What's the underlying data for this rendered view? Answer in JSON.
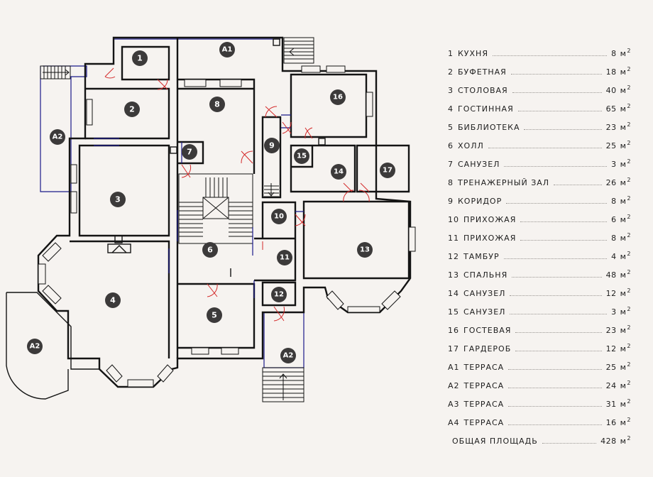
{
  "plan": {
    "badges": [
      {
        "label": "1"
      },
      {
        "label": "2"
      },
      {
        "label": "3"
      },
      {
        "label": "4"
      },
      {
        "label": "5"
      },
      {
        "label": "6"
      },
      {
        "label": "7"
      },
      {
        "label": "8"
      },
      {
        "label": "9"
      },
      {
        "label": "10"
      },
      {
        "label": "11"
      },
      {
        "label": "12"
      },
      {
        "label": "13"
      },
      {
        "label": "14"
      },
      {
        "label": "15"
      },
      {
        "label": "16"
      },
      {
        "label": "17"
      },
      {
        "label": "А1"
      },
      {
        "label": "А2"
      },
      {
        "label": "А2"
      },
      {
        "label": "А2"
      }
    ]
  },
  "legend": {
    "unit": "м",
    "unit_power": "2",
    "rows": [
      {
        "num": "1",
        "name": "КУХНЯ",
        "area": "8"
      },
      {
        "num": "2",
        "name": "БУФЕТНАЯ",
        "area": "18"
      },
      {
        "num": "3",
        "name": "СТОЛОВАЯ",
        "area": "40"
      },
      {
        "num": "4",
        "name": "ГОСТИННАЯ",
        "area": "65"
      },
      {
        "num": "5",
        "name": "БИБЛИОТЕКА",
        "area": "23"
      },
      {
        "num": "6",
        "name": "ХОЛЛ",
        "area": "25"
      },
      {
        "num": "7",
        "name": "САНУЗЕЛ",
        "area": "3"
      },
      {
        "num": "8",
        "name": "ТРЕНАЖЕРНЫЙ ЗАЛ",
        "area": "26"
      },
      {
        "num": "9",
        "name": "КОРИДОР",
        "area": "8"
      },
      {
        "num": "10",
        "name": "ПРИХОЖАЯ",
        "area": "6"
      },
      {
        "num": "11",
        "name": "ПРИХОЖАЯ",
        "area": "8"
      },
      {
        "num": "12",
        "name": "ТАМБУР",
        "area": "4"
      },
      {
        "num": "13",
        "name": "СПАЛЬНЯ",
        "area": "48"
      },
      {
        "num": "14",
        "name": "САНУЗЕЛ",
        "area": "12"
      },
      {
        "num": "15",
        "name": "САНУЗЕЛ",
        "area": "3"
      },
      {
        "num": "16",
        "name": "ГОСТЕВАЯ",
        "area": "23"
      },
      {
        "num": "17",
        "name": "ГАРДЕРОБ",
        "area": "12"
      },
      {
        "num": "А1",
        "name": "ТЕРРАСА",
        "area": "25"
      },
      {
        "num": "А2",
        "name": "ТЕРРАСА",
        "area": "24"
      },
      {
        "num": "А3",
        "name": "ТЕРРАСА",
        "area": "31"
      },
      {
        "num": "А4",
        "name": "ТЕРРАСА",
        "area": "16"
      },
      {
        "num": "",
        "name": "ОБЩАЯ ПЛОЩАДЬ",
        "area": "428"
      }
    ]
  }
}
